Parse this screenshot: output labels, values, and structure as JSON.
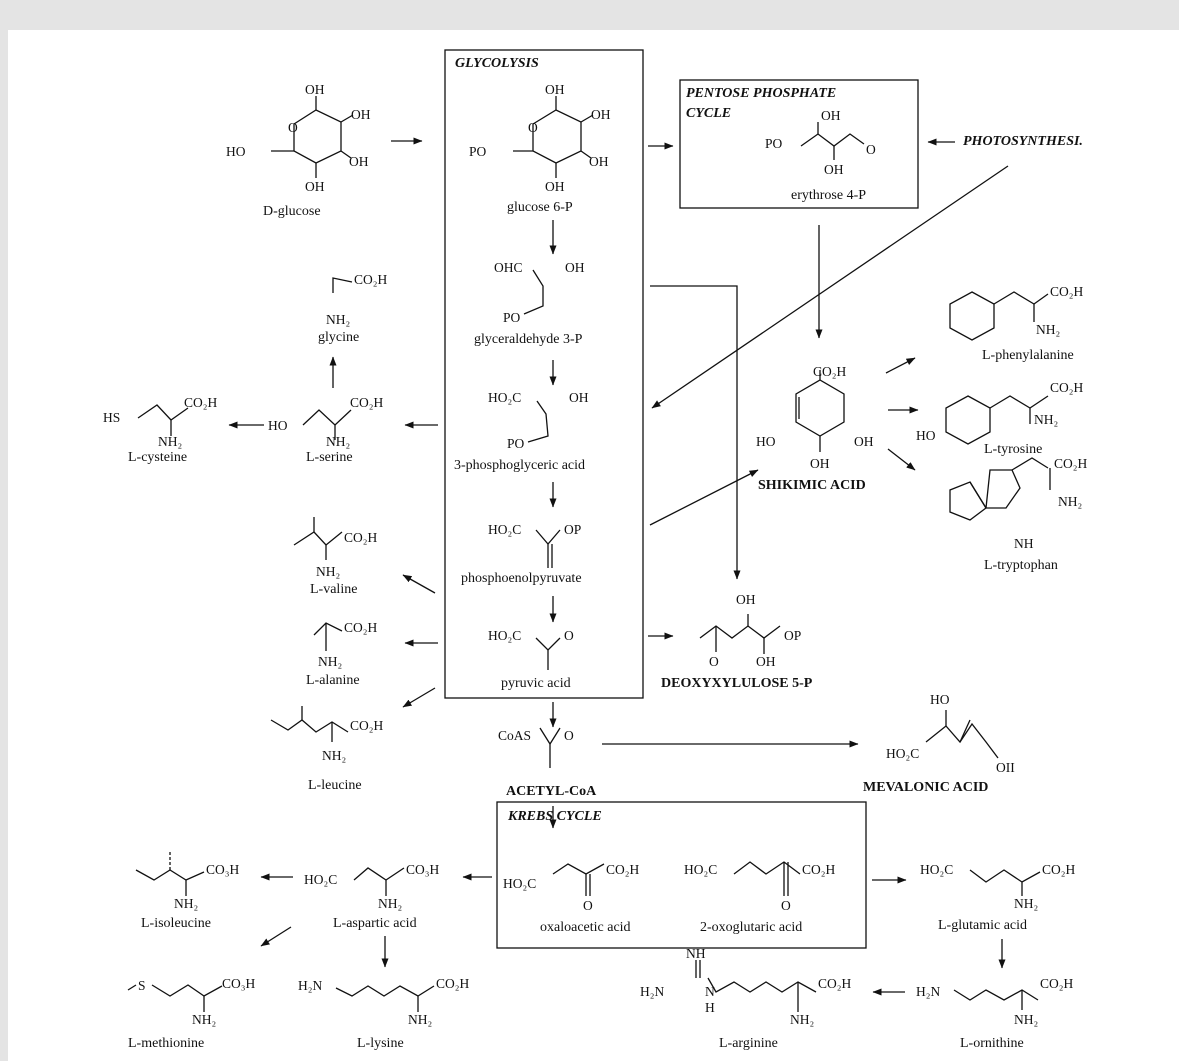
{
  "sections": {
    "glycolysis": "GLYCOLYSIS",
    "pentose_1": "PENTOSE PHOSPHATE",
    "pentose_2": "CYCLE",
    "photosynthesis": "PHOTOSYNTHESI.",
    "krebs": "KREBS CYCLE"
  },
  "key_products": {
    "shikimic": "SHIKIMIC ACID",
    "deoxyxylulose": "DEOXYXYLULOSE 5-P",
    "acetyl_coa": "ACETYL-CoA",
    "mevalonic": "MEVALONIC ACID"
  },
  "compounds": {
    "d_glucose": "D-glucose",
    "glucose_6p": "glucose 6-P",
    "erythrose_4p": "erythrose 4-P",
    "glyceraldehyde_3p": "glyceraldehyde 3-P",
    "phosphoglyceric": "3-phosphoglyceric acid",
    "pep": "phosphoenolpyruvate",
    "pyruvic": "pyruvic acid",
    "oxaloacetic": "oxaloacetic acid",
    "oxoglutaric": "2-oxoglutaric acid",
    "glycine": "glycine",
    "serine": "L-serine",
    "cysteine": "L-cysteine",
    "valine": "L-valine",
    "alanine": "L-alanine",
    "leucine": "L-leucine",
    "isoleucine": "L-isoleucine",
    "aspartic": "L-aspartic acid",
    "methionine": "L-methionine",
    "lysine": "L-lysine",
    "arginine": "L-arginine",
    "ornithine": "L-ornithine",
    "glutamic": "L-glutamic acid",
    "phenylalanine": "L-phenylalanine",
    "tyrosine": "L-tyrosine",
    "tryptophan": "L-tryptophan"
  },
  "groups": {
    "oh": "OH",
    "ho": "HO",
    "po": "PO",
    "op": "OP",
    "o": "O",
    "ohc": "OHC",
    "co2h": "CO₂H",
    "co2h_alt": "CO₃H",
    "ho2c": "HO₂C",
    "nh2": "NH₂",
    "nh": "NH",
    "h": "H",
    "n": "N",
    "h2n": "H₂N",
    "hs": "HS",
    "s": "S",
    "coas": "CoAS",
    "oh_alt": "OII"
  },
  "colors": {
    "background": "#e4e4e4",
    "canvas": "#ffffff",
    "ink": "#111111"
  }
}
